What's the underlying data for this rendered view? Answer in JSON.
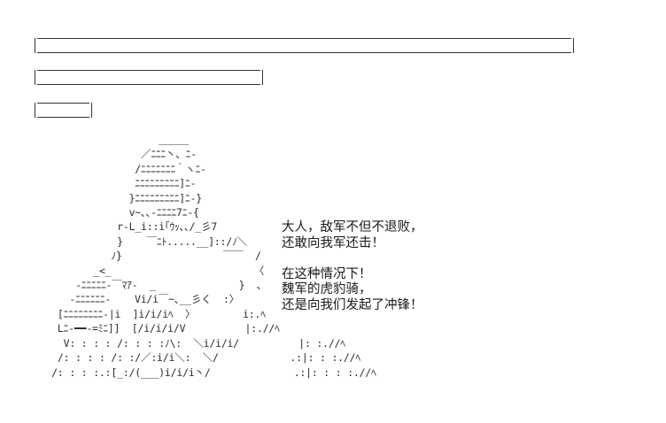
{
  "header_boxes": [
    {
      "label": ""
    },
    {
      "label": ""
    },
    {
      "label": ""
    }
  ],
  "ascii_art": {
    "lines": [
      "                     ＿＿＿",
      "                  ／ﾆﾆﾆ丶、ﾆ-",
      "                 /ﾆﾆﾆﾆﾆﾆﾆ｀ヽﾆ-",
      "                 ﾆﾆﾆﾆﾆﾆﾆﾆﾆ]ﾆ-",
      "                }ﾆﾆﾆﾆﾆﾆﾆﾆﾆ]ﾆ-}",
      "                v~､､-ﾆﾆﾆﾆ7ﾆ-{",
      "              r-L_i::i｢ｳｯ､､/_彡7",
      "              }    ￣ﾆﾄ.....__]::/ﾉ＼",
      "             ﾉ}                 ￣￣  /",
      "          _<_                        〈",
      "       -ﾆﾆﾆﾆﾆ-￣ﾏｱ-  _              }  ､",
      "      -ﾆﾆﾆﾆﾆﾆ-    Vi/i￣~､__彡く  :〉",
      "    [ﾆﾆﾆﾆﾆﾆﾆﾆ-|i  ]i/i/iﾍ  〉        i:.ﾍ",
      "    Lﾆ-━━-=ﾐﾆ]]  [/i/i/i/V          |:.//ﾍ",
      "     V: : : : /: : : :ﾉ\\:  ＼i/i/i/          |: :.//ﾍ",
      "    /: : : : /: :/／:i/i＼:  ＼/            .:|: : :.//ﾍ",
      "   /: : : :.:[_:/(___)i/i/i丶/              .:|: : : :.//ﾍ"
    ]
  },
  "dialogue": {
    "block1": [
      "大人，敌军不但不退败，",
      "还敢向我军还击！"
    ],
    "block2": [
      "在这种情况下！",
      "魏军的虎豹骑，",
      "还是向我们发起了冲锋！"
    ]
  }
}
